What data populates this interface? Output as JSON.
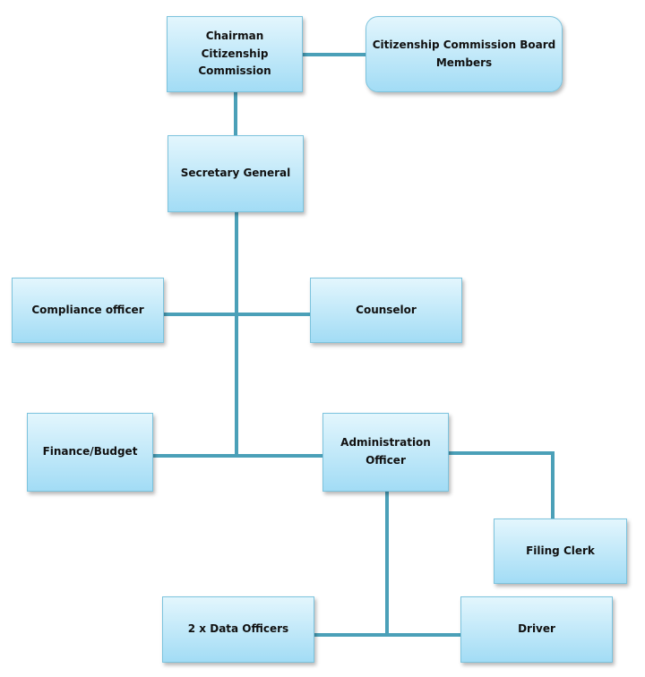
{
  "nodes": {
    "chairman": "Chairman Citizenship Commission",
    "board": "Citizenship Commission Board Members",
    "secretary": "Secretary General",
    "compliance": "Compliance officer",
    "counselor": "Counselor",
    "finance": "Finance/Budget",
    "admin": "Administration Officer",
    "filing": "Filing Clerk",
    "data_officers": "2 x Data Officers",
    "driver": "Driver"
  },
  "colors": {
    "connector": "#4ba0b8",
    "box_fill_top": "#e3f6fd",
    "box_fill_bottom": "#a2dcf5",
    "box_border": "#7cc3dd"
  }
}
